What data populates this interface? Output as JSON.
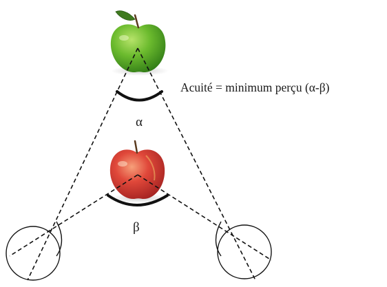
{
  "diagram": {
    "formula": "Acuité = minimum perçu (α-β)",
    "angle_far": "α",
    "angle_near": "β"
  },
  "colors": {
    "green_apple": "#5da82a",
    "red_apple": "#d8382e",
    "lines": "#111111",
    "background": "#ffffff"
  },
  "icons": {
    "far_object": "green-apple-icon",
    "near_object": "red-apple-icon",
    "observers": "eye-icon"
  }
}
